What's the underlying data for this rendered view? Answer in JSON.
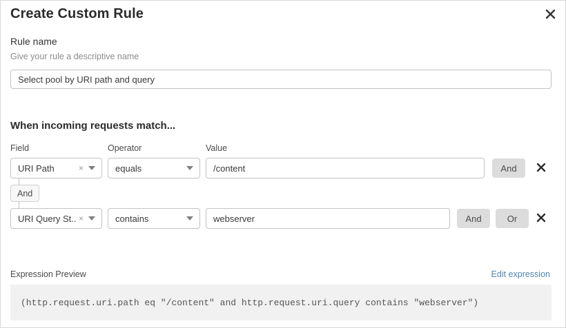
{
  "modal": {
    "title": "Create Custom Rule",
    "close_icon": "close-icon"
  },
  "rule_name": {
    "label": "Rule name",
    "help_text": "Give your rule a descriptive name",
    "value": "Select pool by URI path and query",
    "placeholder": ""
  },
  "match_section": {
    "heading": "When incoming requests match...",
    "column_headers": {
      "field": "Field",
      "operator": "Operator",
      "value": "Value"
    },
    "connector": {
      "label": "And"
    },
    "rows": [
      {
        "field": "URI Path",
        "field_clear_icon": "clear-icon",
        "field_caret_icon": "chevron-down-icon",
        "operator": "equals",
        "operator_caret_icon": "chevron-down-icon",
        "value": "/content",
        "and_label": "And",
        "or_label": "",
        "remove_icon": "close-icon"
      },
      {
        "field": "URI Query St...",
        "field_clear_icon": "clear-icon",
        "field_caret_icon": "chevron-down-icon",
        "operator": "contains",
        "operator_caret_icon": "chevron-down-icon",
        "value": "webserver",
        "and_label": "And",
        "or_label": "Or",
        "remove_icon": "close-icon"
      }
    ]
  },
  "expression_preview": {
    "label": "Expression Preview",
    "edit_link": "Edit expression",
    "expression": "(http.request.uri.path eq \"/content\" and http.request.uri.query contains \"webserver\")"
  },
  "colors": {
    "link": "#4f86b0",
    "button_bg": "#dcdcdc",
    "border": "#c2c2c2",
    "preview_bg": "#f1f1f1"
  }
}
